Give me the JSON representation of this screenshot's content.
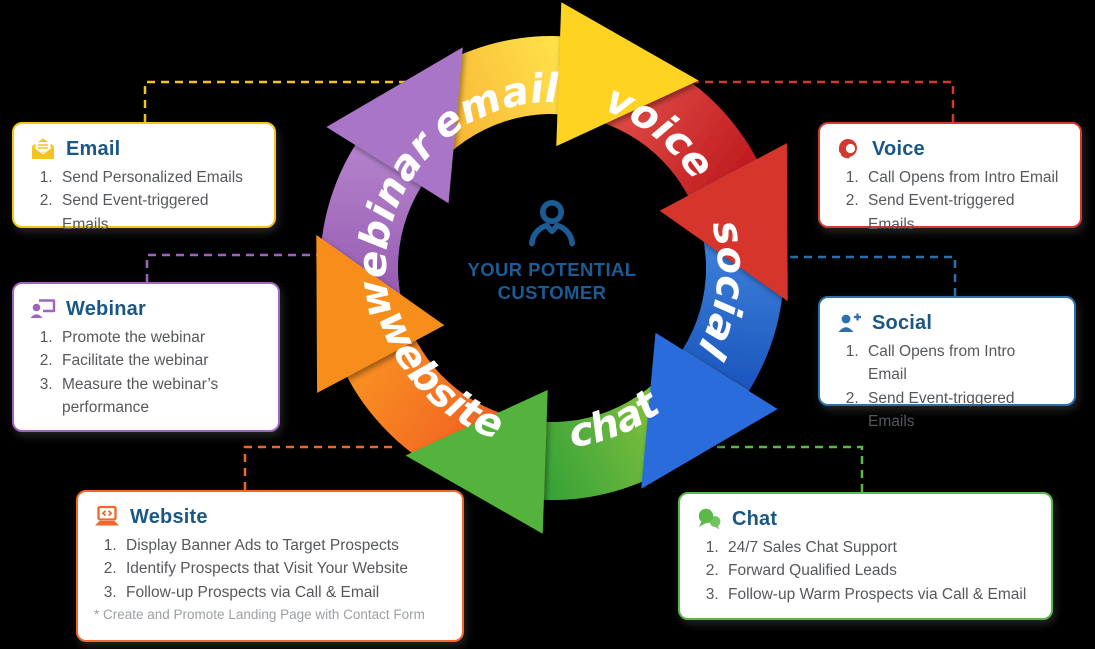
{
  "center": {
    "icon": "person-icon",
    "line1": "YOUR POTENTIAL",
    "line2": "CUSTOMER",
    "color": "#1C5B94"
  },
  "wheel": {
    "label_color": "#FFFFFF",
    "segments": [
      {
        "id": "email",
        "label": "email",
        "color_tail": "#F5A02B",
        "color_head": "#FFE14A",
        "head_fill": "#FFD324"
      },
      {
        "id": "voice",
        "label": "voice",
        "color_tail": "#EF6257",
        "color_head": "#C01D20",
        "head_fill": "#D5352B"
      },
      {
        "id": "social",
        "label": "social",
        "color_tail": "#4D93E6",
        "color_head": "#1C57BE",
        "head_fill": "#2C6CDB"
      },
      {
        "id": "chat",
        "label": "chat",
        "color_tail": "#A3CF3F",
        "color_head": "#37A238",
        "head_fill": "#52B33D"
      },
      {
        "id": "website",
        "label": "website",
        "color_tail": "#ED4D23",
        "color_head": "#F98F20",
        "head_fill": "#F78E1E"
      },
      {
        "id": "webinar",
        "label": "webinar",
        "color_tail": "#8A4BA4",
        "color_head": "#B381CC",
        "head_fill": "#A974C6"
      }
    ]
  },
  "theme": {
    "title_color": "#1A5785",
    "list_color": "#55585C",
    "footnote_color": "#9BA0A4"
  },
  "callouts": [
    {
      "id": "email",
      "title": "Email",
      "icon": "email-icon",
      "accent": "#F4C41D",
      "items": [
        "Send Personalized Emails",
        "Send Event-triggered Emails"
      ]
    },
    {
      "id": "voice",
      "title": "Voice",
      "icon": "voice-icon",
      "accent": "#D03A30",
      "items": [
        "Call Opens from Intro Email",
        "Send Event-triggered Emails"
      ]
    },
    {
      "id": "webinar",
      "title": "Webinar",
      "icon": "webinar-icon",
      "accent": "#A163C0",
      "items": [
        "Promote the webinar",
        "Facilitate the webinar",
        "Measure the webinar’s performance"
      ]
    },
    {
      "id": "social",
      "title": "Social",
      "icon": "social-icon",
      "accent": "#2C6FAD",
      "items": [
        "Call Opens from Intro Email",
        "Send Event-triggered Emails"
      ]
    },
    {
      "id": "website",
      "title": "Website",
      "icon": "website-icon",
      "accent": "#F1662A",
      "items": [
        "Display Banner Ads to Target Prospects",
        "Identify Prospects that Visit Your Website",
        "Follow-up Prospects via Call & Email"
      ],
      "footnote": "* Create and Promote Landing Page with Contact Form"
    },
    {
      "id": "chat",
      "title": "Chat",
      "icon": "chat-icon",
      "accent": "#5CB848",
      "items": [
        "24/7 Sales Chat Support",
        "Forward Qualified Leads",
        "Follow-up Warm Prospects via Call & Email"
      ]
    }
  ]
}
